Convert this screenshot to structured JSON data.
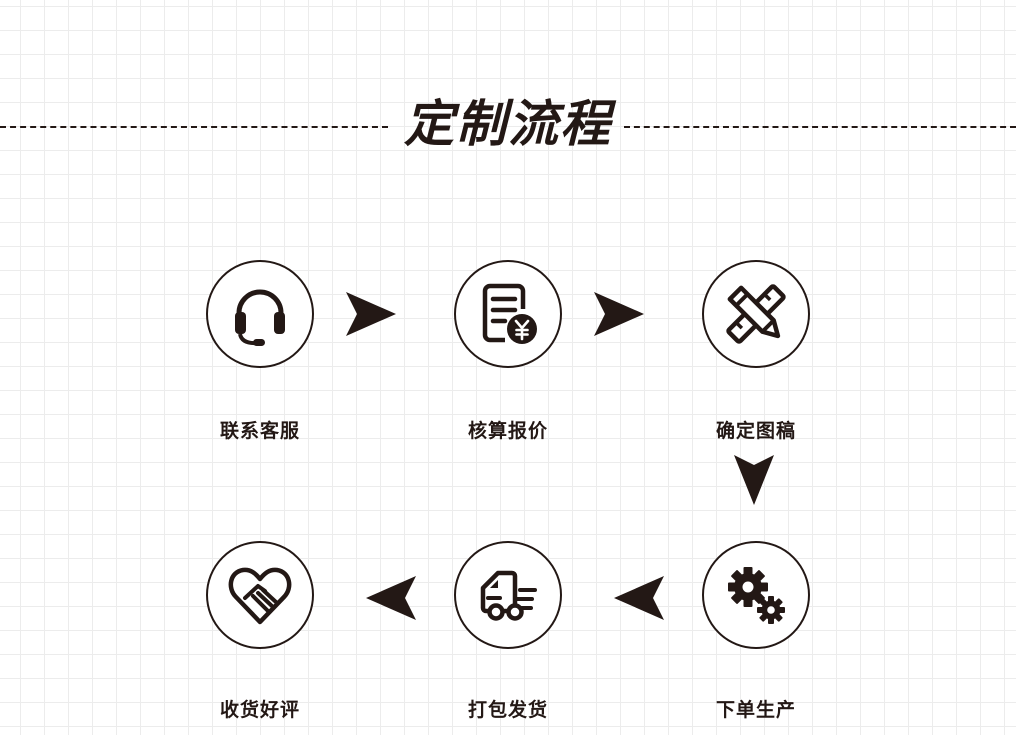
{
  "header": {
    "title": "定制流程"
  },
  "steps": [
    {
      "label": "联系客服",
      "icon": "headset-icon"
    },
    {
      "label": "核算报价",
      "icon": "quote-document-yen-icon"
    },
    {
      "label": "确定图稿",
      "icon": "pencil-ruler-icon"
    },
    {
      "label": "下单生产",
      "icon": "gears-icon"
    },
    {
      "label": "打包发货",
      "icon": "delivery-truck-icon"
    },
    {
      "label": "收货好评",
      "icon": "heart-handshake-icon"
    }
  ],
  "colors": {
    "ink": "#231815",
    "grid": "#ececec",
    "background": "#ffffff"
  }
}
